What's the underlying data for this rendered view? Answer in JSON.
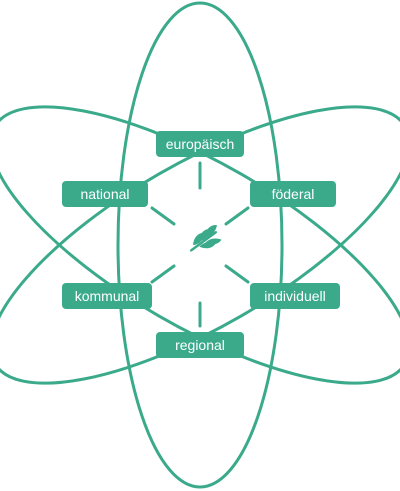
{
  "colors": {
    "accent": "#3aaa8b",
    "background": "#ffffff",
    "label_text": "#ffffff"
  },
  "center_icon": "wheat-icon",
  "nodes": {
    "top": "europäisch",
    "upper_left": "national",
    "upper_right": "föderal",
    "lower_left": "kommunal",
    "lower_right": "individuell",
    "bottom": "regional"
  }
}
